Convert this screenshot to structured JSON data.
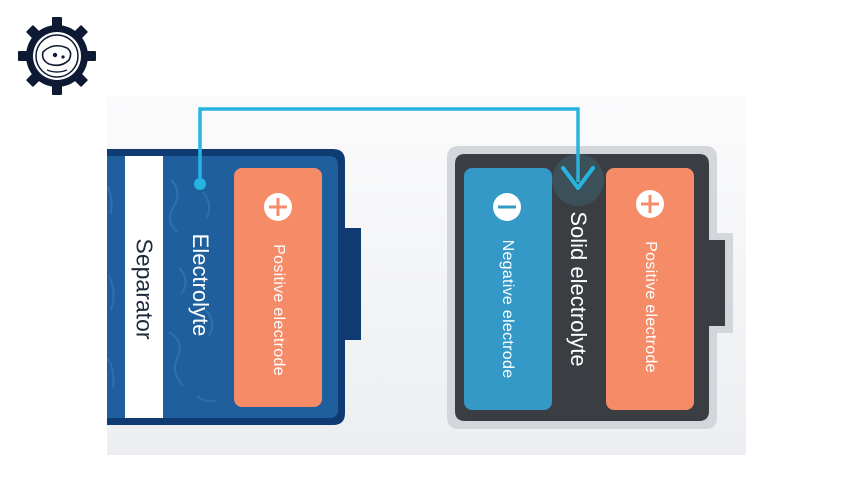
{
  "colors": {
    "electrolyte_blue": "#1f5f9e",
    "battery_outline": "#0f3a72",
    "separator": "#ffffff",
    "positive_electrode": "#f68b68",
    "negative_electrode": "#3499c6",
    "solid_state_body": "#3a3d42",
    "solid_state_rim": "#d3d7dc",
    "wire": "#27b4e0"
  },
  "icons": {
    "logo": "gear-emblem-icon",
    "plus": "plus-circle-icon",
    "minus": "minus-circle-icon",
    "arrow": "arrow-down-icon"
  },
  "labels": {
    "separator": "Separator",
    "electrolyte": "Electrolyte",
    "positive_electrode_left": "Positive electrode",
    "negative_electrode": "Negative electrode",
    "solid_electrolyte": "Solid electrolyte",
    "positive_electrode_right": "Positive electrode"
  }
}
